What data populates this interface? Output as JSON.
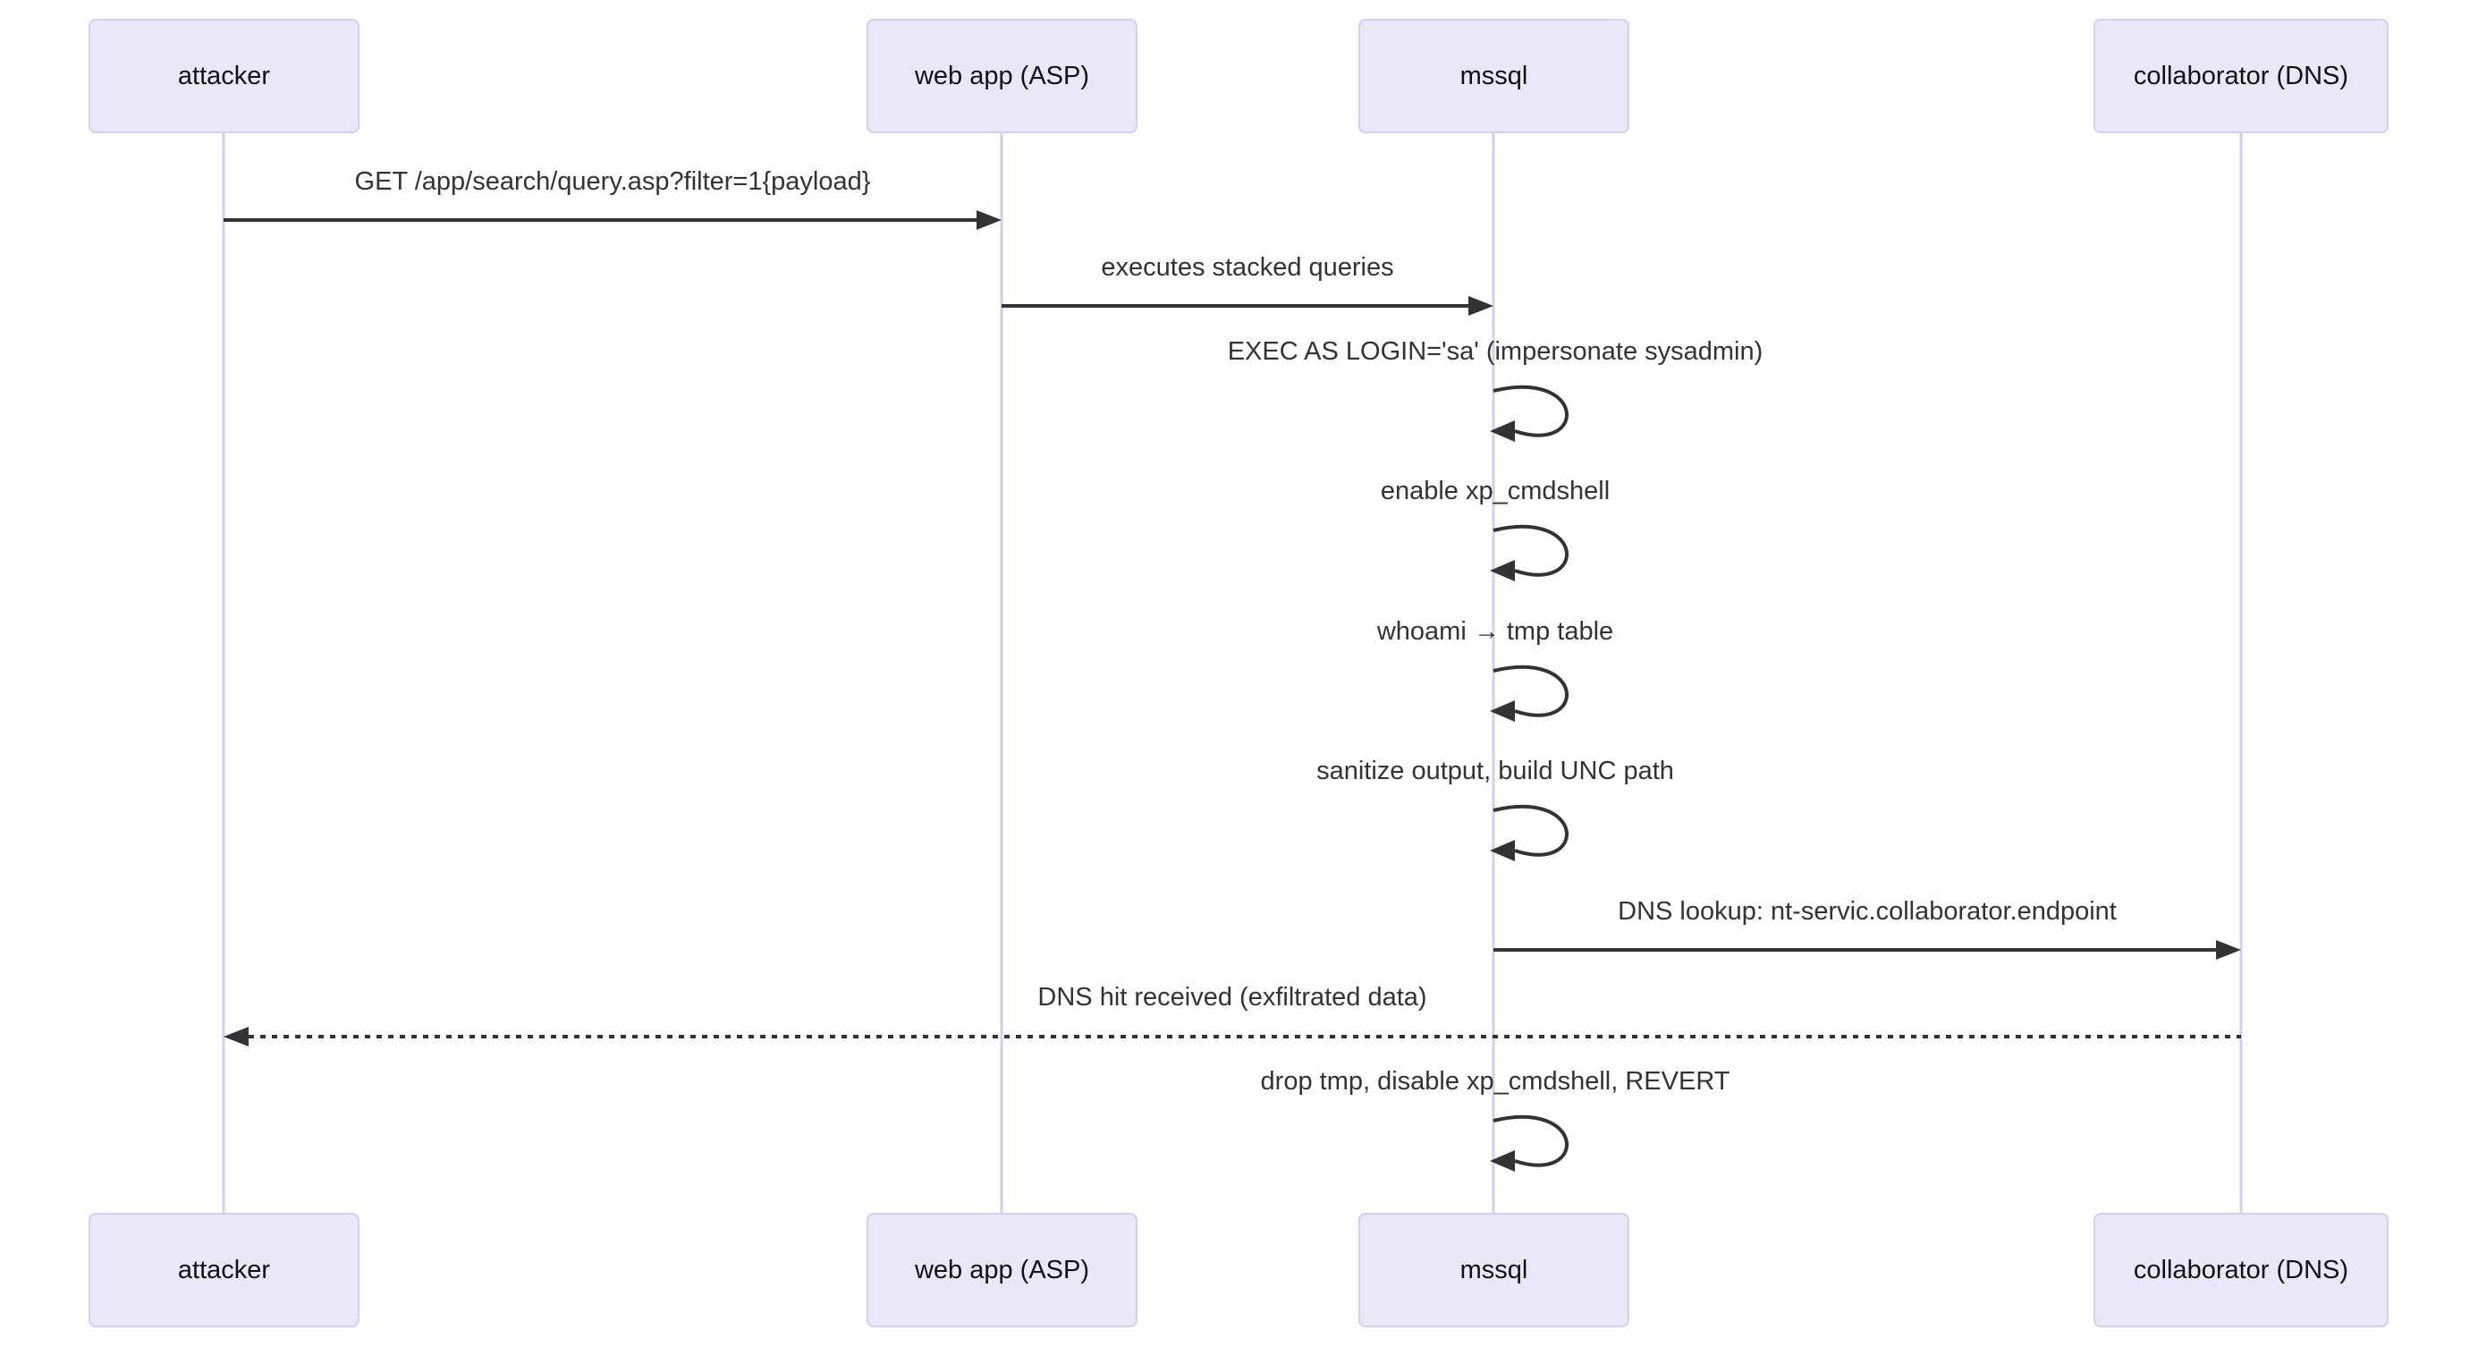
{
  "diagram": {
    "kind": "sequence-diagram",
    "topic": "SQL injection with DNS exfiltration via xp_cmdshell",
    "actors": [
      {
        "id": "attacker",
        "label": "attacker"
      },
      {
        "id": "webapp",
        "label": "web app (ASP)"
      },
      {
        "id": "mssql",
        "label": "mssql"
      },
      {
        "id": "collaborator",
        "label": "collaborator (DNS)"
      }
    ],
    "messages": [
      {
        "from": "attacker",
        "to": "webapp",
        "line": "solid",
        "text": "GET /app/search/query.asp?filter=1{payload}"
      },
      {
        "from": "webapp",
        "to": "mssql",
        "line": "solid",
        "text": "executes stacked queries"
      },
      {
        "from": "mssql",
        "to": "mssql",
        "line": "self",
        "text": "EXEC AS LOGIN='sa' (impersonate sysadmin)"
      },
      {
        "from": "mssql",
        "to": "mssql",
        "line": "self",
        "text": "enable xp_cmdshell"
      },
      {
        "from": "mssql",
        "to": "mssql",
        "line": "self",
        "text": "whoami → tmp table"
      },
      {
        "from": "mssql",
        "to": "mssql",
        "line": "self",
        "text": "sanitize output, build UNC path"
      },
      {
        "from": "mssql",
        "to": "collaborator",
        "line": "solid",
        "text": "DNS lookup: nt-servic.collaborator.endpoint"
      },
      {
        "from": "collaborator",
        "to": "attacker",
        "line": "dashed",
        "text": "DNS hit received (exfiltrated data)"
      },
      {
        "from": "mssql",
        "to": "mssql",
        "line": "self",
        "text": "drop tmp, disable xp_cmdshell, REVERT"
      }
    ],
    "colors": {
      "actor_fill": "#EAE7F9",
      "actor_border": "#D7CDEE",
      "lifeline": "#D7CDEE",
      "arrow": "#333333",
      "message_text": "#333333",
      "background": "#FFFFFF"
    }
  }
}
